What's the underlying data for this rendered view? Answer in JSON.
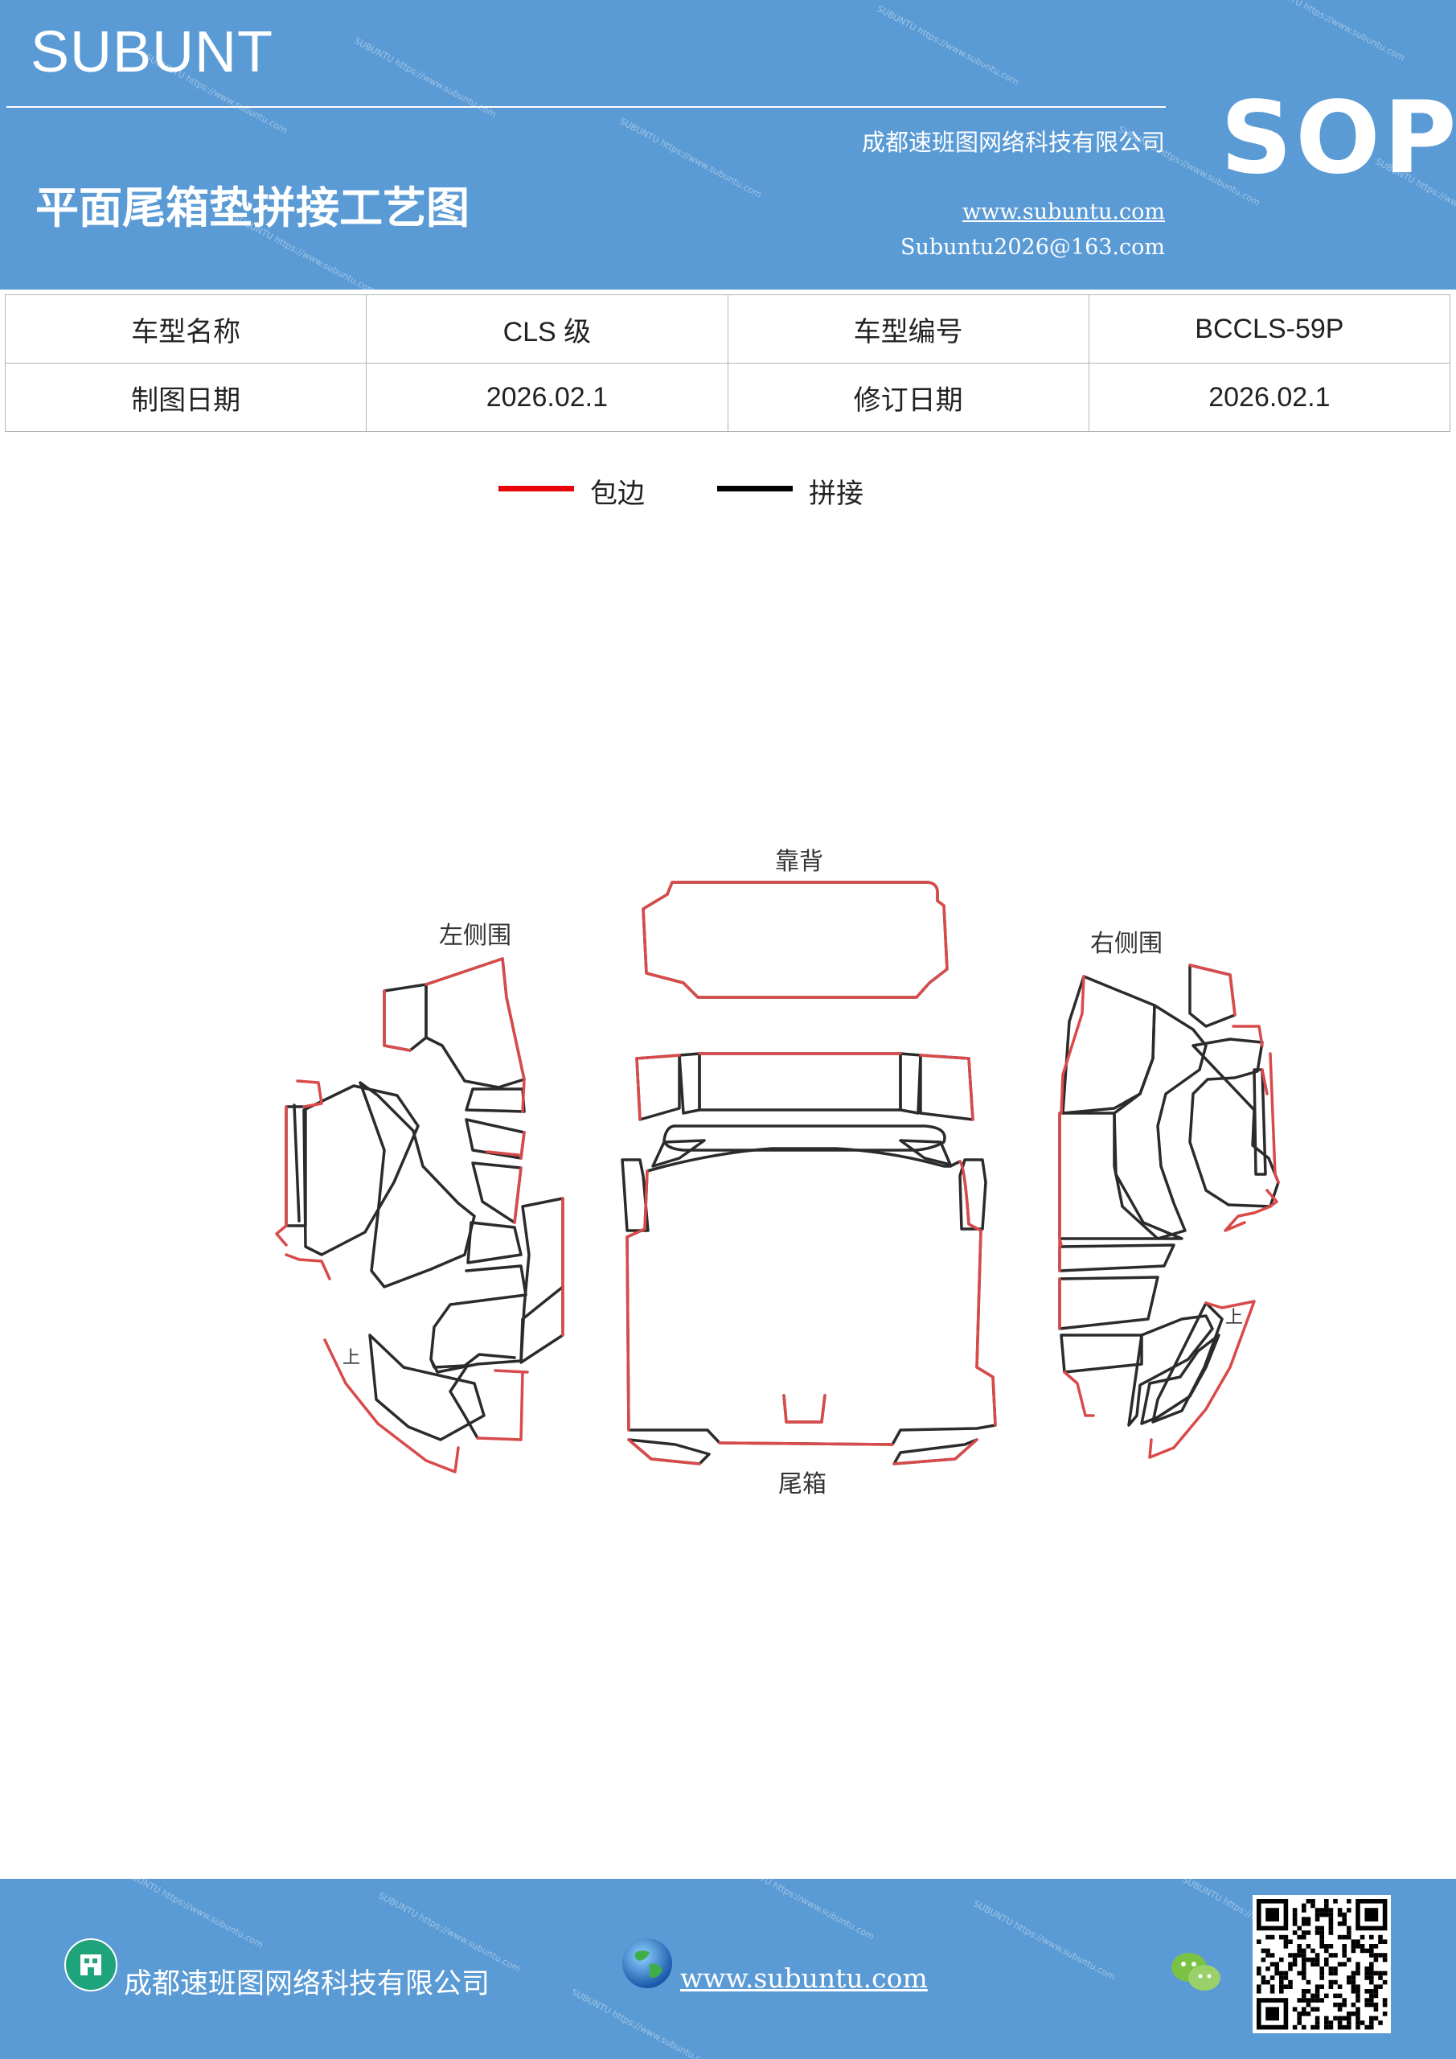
{
  "header": {
    "brand": "SUBUNT",
    "badge": "SOP",
    "company": "成都速班图网络科技有限公司",
    "title": "平面尾箱垫拼接工艺图",
    "website": "www.subuntu.com",
    "email": "Subuntu2026@163.com",
    "bg_color": "#5b9bd5"
  },
  "info_table": {
    "rows": [
      [
        "车型名称",
        "CLS 级",
        "车型编号",
        "BCCLS-59P"
      ],
      [
        "制图日期",
        "2026.02.1",
        "修订日期",
        "2026.02.1"
      ]
    ]
  },
  "legend": [
    {
      "label": "包边",
      "color": "#e8000b"
    },
    {
      "label": "拼接",
      "color": "#000000"
    }
  ],
  "diagram": {
    "labels": {
      "backrest": "靠背",
      "left_side": "左侧围",
      "right_side": "右侧围",
      "trunk": "尾箱",
      "left_up": "上",
      "right_up": "上"
    },
    "edge_color": "#d94a4a",
    "seam_color": "#2b2b2b"
  },
  "footer": {
    "company": "成都速班图网络科技有限公司",
    "website": "www.subuntu.com",
    "icons": [
      "building-icon",
      "globe-icon",
      "wechat-icon",
      "qr-code"
    ]
  }
}
